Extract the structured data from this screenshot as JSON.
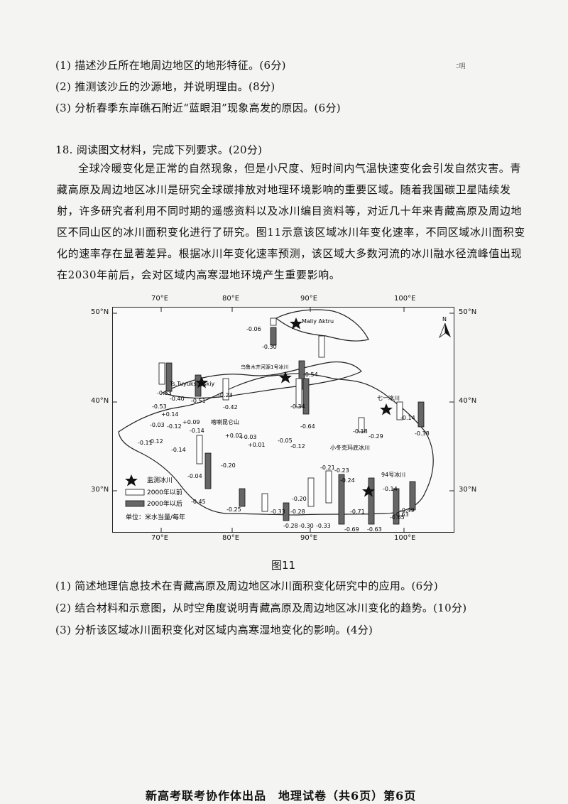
{
  "prev_questions": [
    "(1) 描述沙丘所在地周边地区的地形特征。(6分)",
    "(2) 推测该沙丘的沙源地，并说明理由。(8分)",
    "(3) 分析春季东岸礁石附近“蓝眼泪”现象高发的原因。(6分)"
  ],
  "corner_mark": "ﾆ明",
  "q18_heading": "18. 阅读图文材料，完成下列要求。(20分)",
  "q18_paragraph": "全球冷暖变化是正常的自然现象，但是小尺度、短时间内气温快速变化会引发自然灾害。青藏高原及周边地区冰川是研究全球碳排放对地理环境影响的重要区域。随着我国碳卫星陆续发射，许多研究者利用不同时期的遥感资料以及冰川编目资料等，对近几十年来青藏高原及周边地区不同山区的冰川面积变化进行了研究。图11示意该区域冰川年变化速率，不同区域冰川面积变化的速率存在显著差异。根据冰川年变化速率预测，该区域大多数河流的冰川融水径流峰值出现在2030年前后，会对区域内高寒湿地环境产生重要影响。",
  "map": {
    "lon_ticks": [
      "70°E",
      "80°E",
      "90°E",
      "100°E"
    ],
    "lat_ticks": [
      "50°N",
      "40°N",
      "30°N"
    ],
    "place_labels": [
      "Maliy Aktru",
      "Ts.Tuyuksuyskiy",
      "乌鲁木齐河源1号冰川",
      "七一冰川",
      "喀喇昆仑山",
      "小冬克玛底冰川",
      "94号冰川"
    ],
    "legend": {
      "monitor": "监测冰川",
      "before": "2000年以前",
      "after": "2000年以后",
      "unit": "单位：米水当量/每年"
    },
    "values": [
      "-0.06",
      "-0.30",
      "-0.54",
      "-0.53",
      "-0.40",
      "-0.51",
      "-0.23",
      "-0.42",
      "-0.34",
      "-0.53",
      "+0.14",
      "-0.03",
      "-0.12",
      "+0.09",
      "-0.14",
      "-0.11",
      "-0.12",
      "+0.02",
      "+0.03",
      "-0.64",
      "+0.01",
      "-0.05",
      "-0.12",
      "-0.14",
      "-0.18",
      "-0.29",
      "-0.14",
      "-0.38",
      "-0.20",
      "-0.04",
      "-0.45",
      "-0.25",
      "-0.33",
      "-0.21",
      "-0.23",
      "-0.24",
      "-0.14",
      "-0.28",
      "-0.30",
      "-0.33",
      "-0.69",
      "-0.63",
      "-0.49",
      "-0.20",
      "-0.71",
      "-0.63",
      "-0.65",
      "-0.28"
    ],
    "north_arrow": "N"
  },
  "figure_caption": "图11",
  "q18_subquestions": [
    "(1) 简述地理信息技术在青藏高原及周边地区冰川面积变化研究中的应用。(6分)",
    "(2) 结合材料和示意图，从时空角度说明青藏高原及周边地区冰川变化的趋势。(10分)",
    "(3) 分析该区域冰川面积变化对区域内高寒湿地变化的影响。(4分)"
  ],
  "footer": "新高考联考协作体出品　地理试卷（共6页）第6页"
}
